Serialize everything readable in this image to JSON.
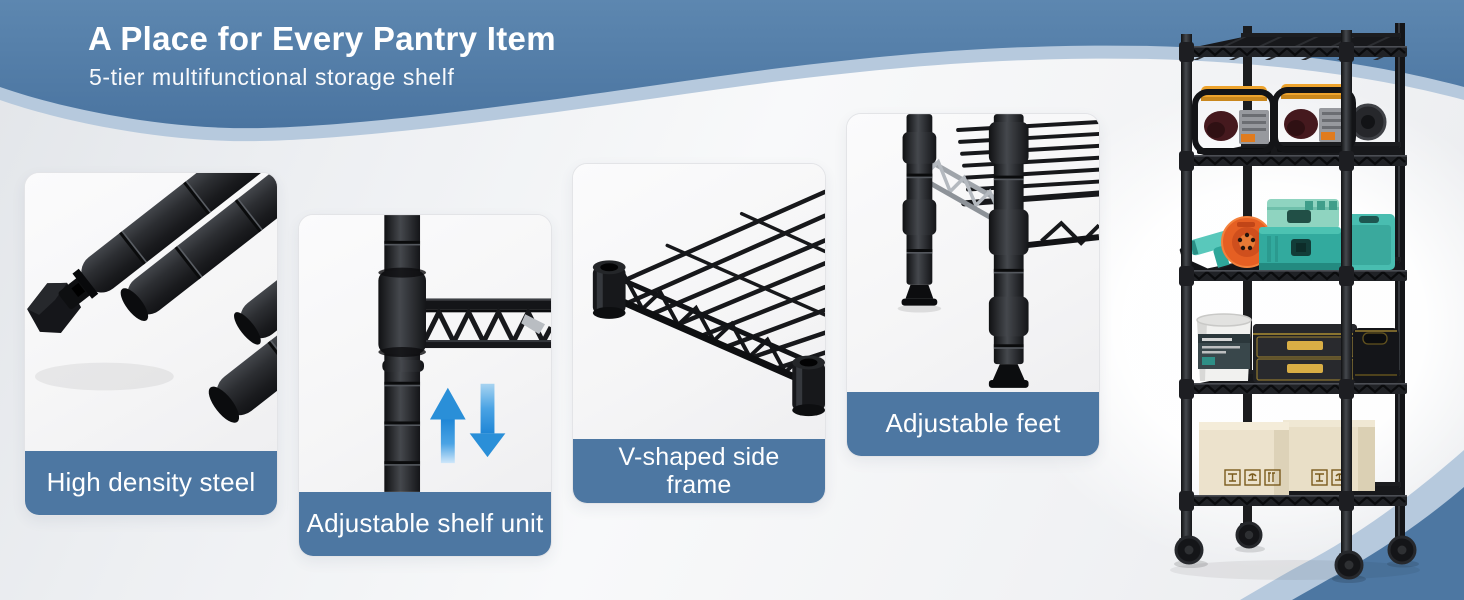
{
  "banner": {
    "title": "A Place for Every Pantry Item",
    "subtitle": "5-tier multifunctional storage shelf"
  },
  "feature_cards": [
    {
      "label": "High density steel",
      "photo": "black-steel-tubes-photo"
    },
    {
      "label": "Adjustable shelf unit",
      "photo": "shelf-pole-with-up-down-arrows-photo"
    },
    {
      "label": "V-shaped side frame",
      "photo": "wire-shelf-corner-photo"
    },
    {
      "label": "Adjustable feet",
      "photo": "shelf-legs-with-adjustable-feet-photo"
    }
  ],
  "product_photo": {
    "name": "5-tier-black-wire-shelving-unit-on-casters"
  },
  "colors": {
    "banner_blue": "#527ca7",
    "banner_blue_dark": "#4a74a0",
    "accent_blue": "#4d77a2",
    "edge_light_blue": "#b6c9dd",
    "arrow_blue": "#2a8fd8",
    "background_gray": "#eceef1",
    "card_photo_bg": "#f7f7f8"
  }
}
